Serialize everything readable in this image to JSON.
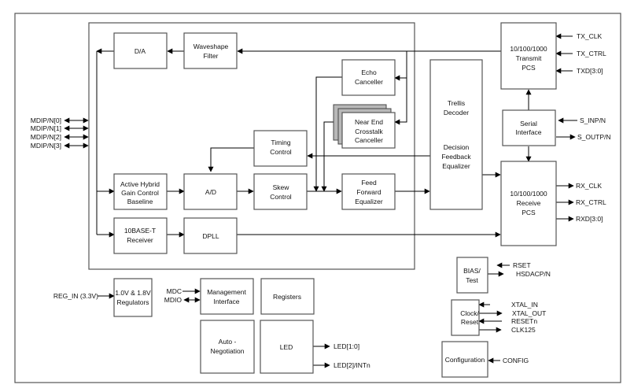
{
  "diagram": {
    "type": "block-diagram",
    "blocks": {
      "da": [
        "D/A"
      ],
      "waveshape": [
        "Waveshape",
        "Filter"
      ],
      "echo": [
        "Echo",
        "Canceller"
      ],
      "next": [
        "Near End",
        "Crosstalk",
        "Canceller"
      ],
      "timing": [
        "Timing",
        "Control"
      ],
      "hybrid": [
        "Active Hybrid",
        "Gain Control",
        "Baseline"
      ],
      "ad": [
        "A/D"
      ],
      "skew": [
        "Skew",
        "Control"
      ],
      "ffe": [
        "Feed",
        "Forward",
        "Equalizer"
      ],
      "trellis": [
        "Trellis",
        "Decoder",
        "",
        "Decision",
        "Feedback",
        "Equalizer"
      ],
      "tenbase": [
        "10BASE-T",
        "Receiver"
      ],
      "dpll": [
        "DPLL"
      ],
      "tx_pcs": [
        "10/100/1000",
        "Transmit",
        "PCS"
      ],
      "serial": [
        "Serial",
        "Interface"
      ],
      "rx_pcs": [
        "10/100/1000",
        "Receive",
        "PCS"
      ],
      "regulators": [
        "1.0V & 1.8V",
        "Regulators"
      ],
      "mgmt": [
        "Management",
        "Interface"
      ],
      "registers": [
        "Registers"
      ],
      "autoneg": [
        "Auto -",
        "Negotiation"
      ],
      "led": [
        "LED"
      ],
      "bias": [
        "BIAS/",
        "Test"
      ],
      "clock": [
        "Clock/",
        "Reset"
      ],
      "config": [
        "Configuration"
      ]
    },
    "signals": {
      "mdi": [
        "MDIP/N[0]",
        "MDIP/N[1]",
        "MDIP/N[2]",
        "MDIP/N[3]"
      ],
      "tx": [
        "TX_CLK",
        "TX_CTRL",
        "TXD[3:0]"
      ],
      "serial": [
        "S_INP/N",
        "S_OUTP/N"
      ],
      "rx": [
        "RX_CLK",
        "RX_CTRL",
        "RXD[3:0]"
      ],
      "reg_in": "REG_IN (3.3V)",
      "mgmt": [
        "MDC",
        "MDIO"
      ],
      "led": [
        "LED[1:0]",
        "LED[2]/INTn"
      ],
      "bias": [
        "RSET",
        "HSDACP/N"
      ],
      "clock": [
        "XTAL_IN",
        "XTAL_OUT",
        "RESETn",
        "CLK125"
      ],
      "config": "CONFIG"
    }
  }
}
